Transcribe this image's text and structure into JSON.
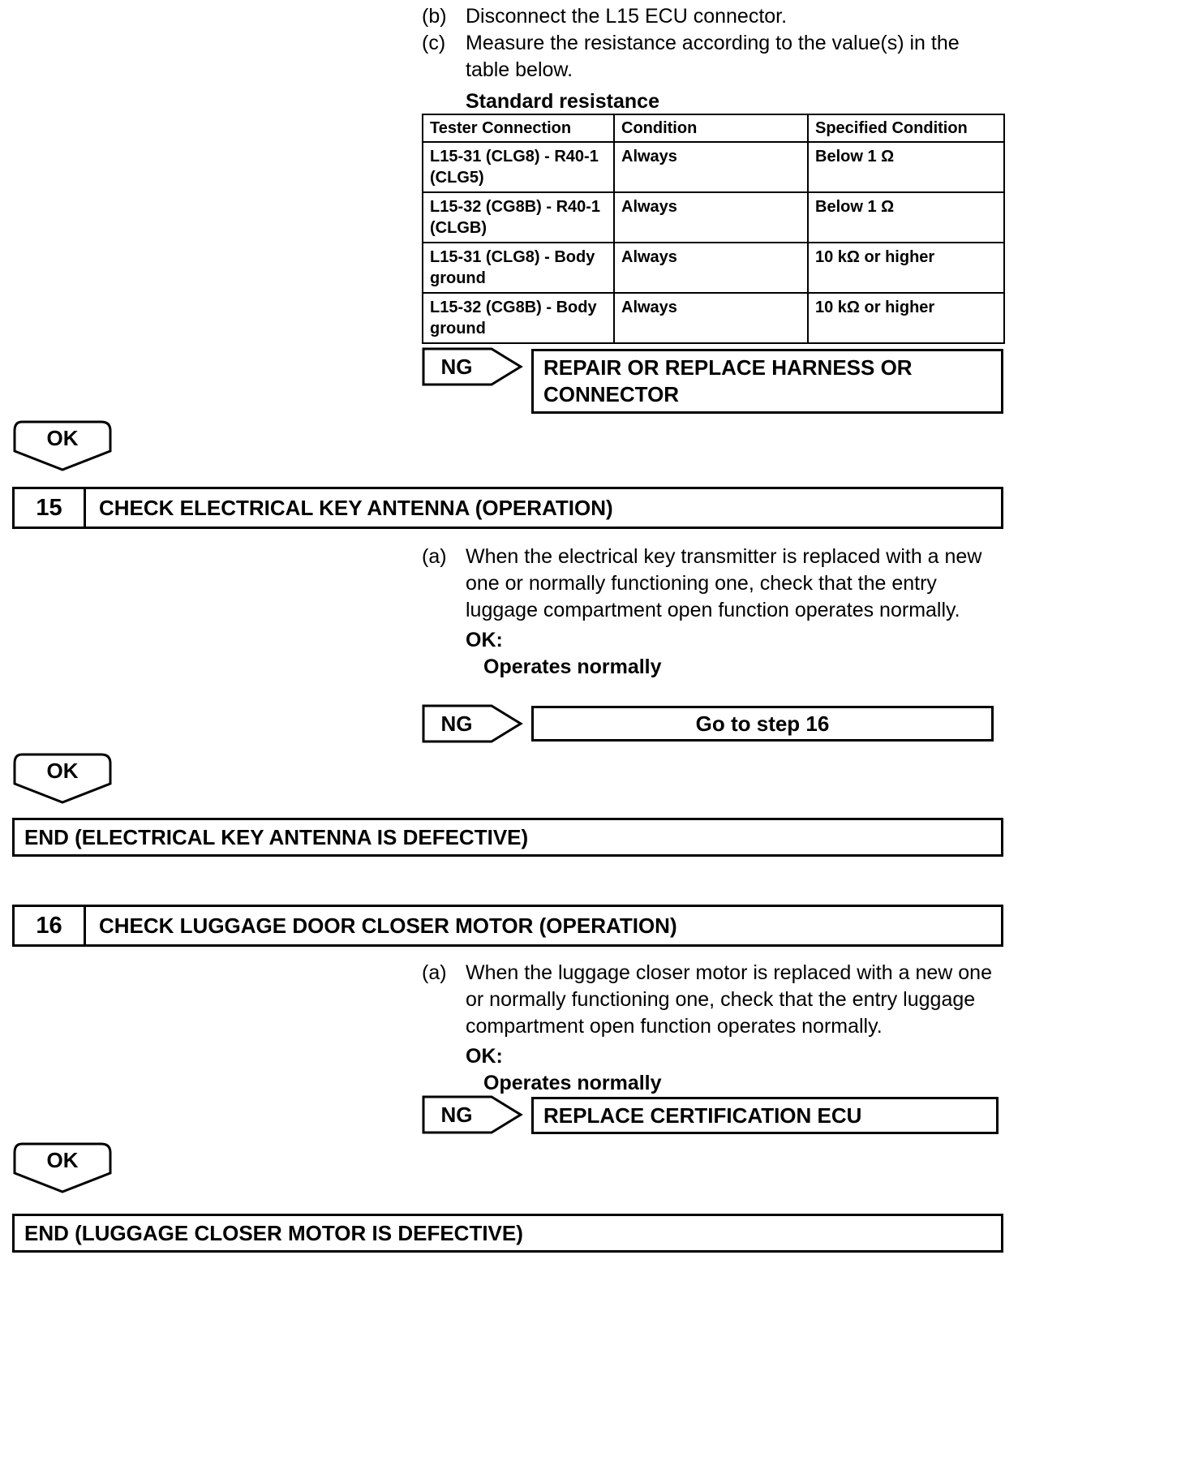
{
  "page": {
    "background": "#ffffff",
    "line_color": "#000000"
  },
  "instructions": {
    "b": {
      "label": "(b)",
      "text": "Disconnect the L15 ECU connector."
    },
    "c": {
      "label": "(c)",
      "text": "Measure the resistance according to the value(s) in the table below."
    },
    "heading": "Standard resistance"
  },
  "table": {
    "headers": [
      "Tester Connection",
      "Condition",
      "Specified Condition"
    ],
    "rows": [
      {
        "tester": "L15-31 (CLG8) - R40-1 (CLG5)",
        "condition": "Always",
        "specified": "Below 1 Ω"
      },
      {
        "tester": "L15-32 (CG8B) - R40-1 (CLGB)",
        "condition": "Always",
        "specified": "Below 1 Ω"
      },
      {
        "tester": "L15-31 (CLG8) - Body ground",
        "condition": "Always",
        "specified": "10 kΩ or higher"
      },
      {
        "tester": "L15-32 (CG8B) - Body ground",
        "condition": "Always",
        "specified": "10 kΩ or higher"
      }
    ]
  },
  "flow": {
    "ng_label": "NG",
    "ok_label": "OK",
    "ng1_result": "REPAIR OR REPLACE HARNESS OR CONNECTOR",
    "ng2_result": "Go to step 16",
    "ng3_result": "REPLACE CERTIFICATION ECU",
    "end1": "END (ELECTRICAL KEY ANTENNA IS DEFECTIVE)",
    "end2": "END (LUGGAGE CLOSER MOTOR IS DEFECTIVE)"
  },
  "step15": {
    "number": "15",
    "title": "CHECK ELECTRICAL KEY ANTENNA (OPERATION)",
    "a_label": "(a)",
    "a_text": "When the electrical key transmitter is replaced with a new one or normally functioning one, check that the entry luggage compartment open function operates normally.",
    "ok_heading": "OK:",
    "ok_value": "Operates normally"
  },
  "step16": {
    "number": "16",
    "title": "CHECK LUGGAGE DOOR CLOSER MOTOR (OPERATION)",
    "a_label": "(a)",
    "a_text": "When the luggage closer motor is replaced with a new one or normally functioning one, check that the entry luggage compartment open function operates normally.",
    "ok_heading": "OK:",
    "ok_value": "Operates normally"
  }
}
